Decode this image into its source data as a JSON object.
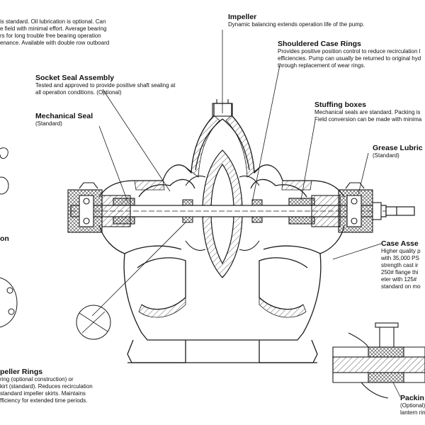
{
  "callouts": {
    "bearings": {
      "title": "",
      "lines": [
        "is standard. Oil lubrication is optional. Can",
        "e field with minimal effort. Average bearing",
        "rs for long trouble free bearing operation",
        "enance. Available with double row outboard"
      ]
    },
    "impeller": {
      "title": "Impeller",
      "lines": [
        "Dynamic balancing extends operation life of the pump."
      ]
    },
    "shouldered_case_rings": {
      "title": "Shouldered Case Rings",
      "lines": [
        "Provides positive position control to reduce recirculation l",
        "efficiencies. Pump can usually be returned to original hyd",
        "through replacement of wear rings."
      ]
    },
    "socket_seal": {
      "title": "Socket Seal Assembly",
      "lines": [
        "Tested and approved to provide positive shaft sealing at",
        "all operation conditions. (Optional)"
      ]
    },
    "mechanical_seal": {
      "title": "Mechanical Seal",
      "lines": [
        "(Standard)"
      ]
    },
    "stuffing_boxes": {
      "title": "Stuffing boxes",
      "lines": [
        "Mechanical seals are standard. Packing is",
        "Field conversion can be made with minima"
      ]
    },
    "grease_lubrication": {
      "title": "Grease Lubric",
      "lines": [
        "(Standard)"
      ]
    },
    "left_cut": {
      "title": "on",
      "lines": []
    },
    "case_assembly": {
      "title": "Case Asse",
      "lines": [
        "Higher quality p",
        "with 35,000 PS",
        "strength cast ir",
        "250# flange thi",
        "eter with 125#",
        "standard on mo"
      ]
    },
    "impeller_rings": {
      "title": "peller Rings",
      "lines": [
        "ring (optional construction) or",
        "kirt (standard). Reduces recirculation",
        "standard impeller skirts. Maintains",
        "fficiency for extended time periods."
      ]
    },
    "packing": {
      "title": "Packin",
      "lines": [
        "(Optional)",
        "lantern rin"
      ]
    }
  },
  "drawing": {
    "title": "Split case pump cross-section",
    "line_color": "#1a1a1a",
    "hatch_color": "#333333"
  }
}
